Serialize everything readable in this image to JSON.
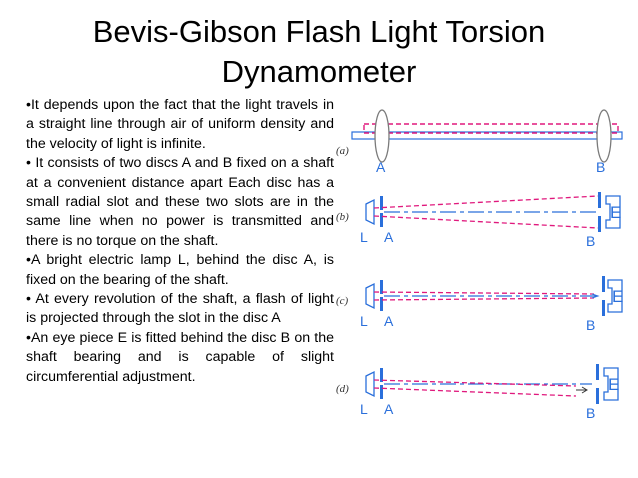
{
  "slide": {
    "title_line1": "Bevis-Gibson Flash Light Torsion",
    "title_line2": "Dynamometer",
    "bullets": [
      "•It depends upon the fact that the light travels in a straight line through air of uniform density and the velocity of light is infinite.",
      "• It consists of two discs A and B fixed on a shaft at a convenient distance  apart Each disc has a small radial slot and these two slots are in the same line when no power is transmitted and there is no torque on the shaft.",
      "•A bright electric lamp L, behind the disc A, is fixed on the bearing of the shaft.",
      "• At every revolution of the shaft, a flash of light is projected through the slot in the disc A",
      "•An eye piece E is fitted behind the disc B on the shaft bearing and is capable of slight circumferential adjustment."
    ]
  },
  "diagram": {
    "panels": [
      "(a)",
      "(b)",
      "(c)",
      "(d)"
    ],
    "labels": {
      "a": "A",
      "b": "B",
      "l": "L",
      "e": "E"
    },
    "colors": {
      "line": "#2a6fdb",
      "dash": "#e0197d",
      "disc": "#7a7a7a"
    }
  }
}
